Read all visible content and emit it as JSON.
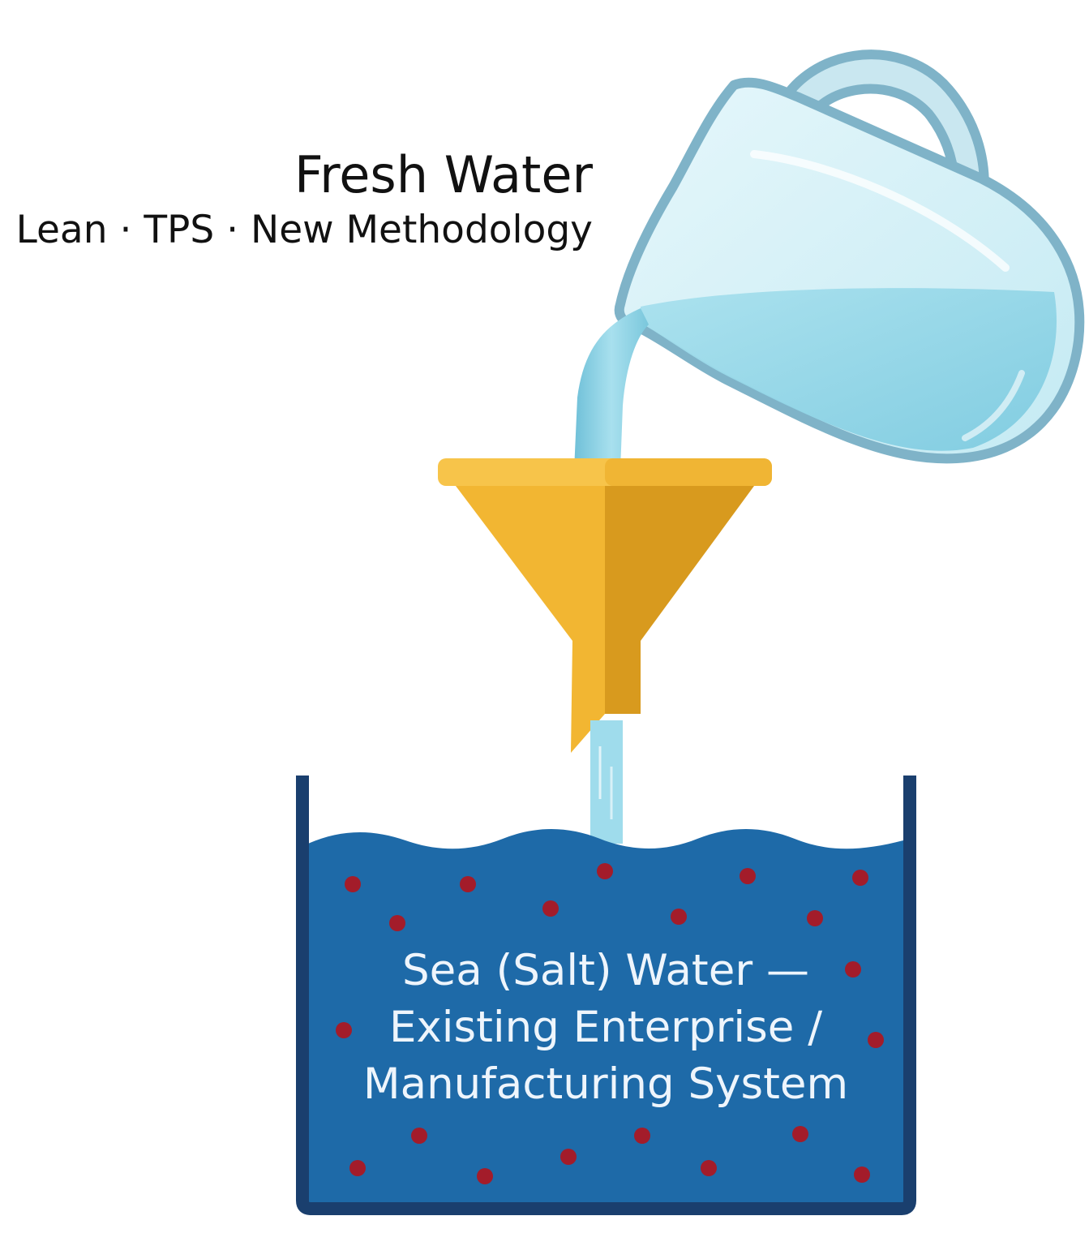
{
  "fresh_water": {
    "title": "Fresh Water",
    "subtitle": "Lean · TPS · New Methodology"
  },
  "sea_water": {
    "lines": [
      "Sea (Salt) Water —",
      "Existing Enterprise /",
      "Manufacturing System"
    ]
  },
  "icons": {
    "pitcher": "water-pitcher-icon",
    "funnel": "funnel-icon",
    "tank": "water-tank-icon",
    "salt": "salt-particle-icon"
  },
  "colors": {
    "fresh_water": "#8fd3e4",
    "pitcher_glass": "#cdeef5",
    "pitcher_outline": "#7fb3c8",
    "funnel_light": "#f2b632",
    "funnel_dark": "#d89a1e",
    "sea_water": "#1e6aa8",
    "tank_outline": "#1a3f6e",
    "salt_particle": "#a31c2a"
  }
}
